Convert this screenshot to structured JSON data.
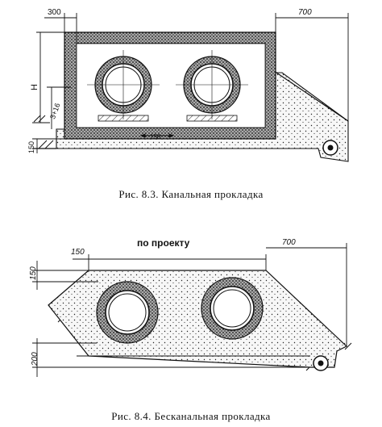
{
  "figure1": {
    "caption": "Рис. 8.3. Канальная прокладка",
    "dims": {
      "top_width": "300",
      "right_slope": "700",
      "height": "H",
      "height_offset": "3+16",
      "base": "150",
      "base_width": "150"
    }
  },
  "figure2": {
    "caption": "Рис. 8.4. Бесканальная прокладка",
    "dims": {
      "left_offset": "150",
      "span": "по проекту",
      "right_slope": "700",
      "top": "150",
      "bottom": "200"
    }
  },
  "colors": {
    "ink": "#111111",
    "concrete": "#f4f4f4",
    "insulation": "#777777"
  }
}
